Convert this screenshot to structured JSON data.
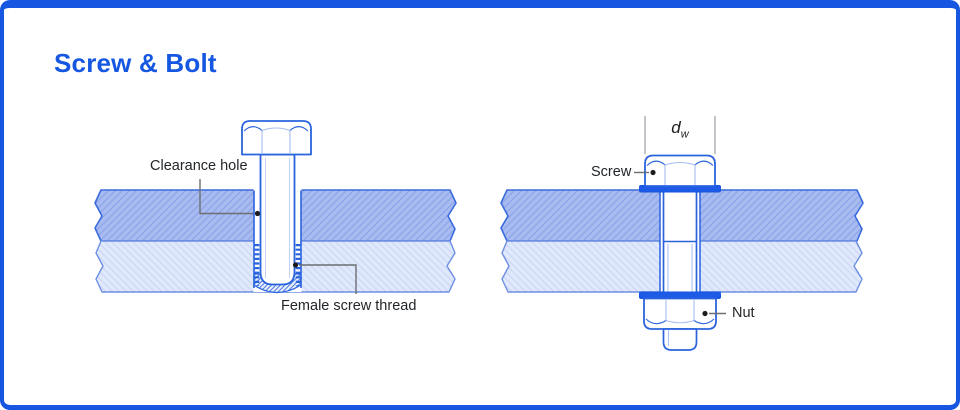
{
  "title": "Screw & Bolt",
  "colors": {
    "accent_blue": "#1656e0",
    "drawing_line_blue": "#2a64dd",
    "washer_fill": "#1d5ae5",
    "top_plate_fill": "#a8bbf0",
    "top_plate_hatch": "#8aa2e8",
    "bottom_plate_fill": "#e0e8fb",
    "bottom_plate_hatch": "#c9d6f6",
    "label_text": "#232629",
    "leader_gray": "#6b6f73"
  },
  "left_diagram": {
    "labels": {
      "clearance_hole": "Clearance hole",
      "female_screw_thread": "Female screw thread"
    }
  },
  "right_diagram": {
    "labels": {
      "screw": "Screw",
      "nut": "Nut"
    },
    "dimension": {
      "symbol": "d",
      "subscript": "w"
    }
  }
}
